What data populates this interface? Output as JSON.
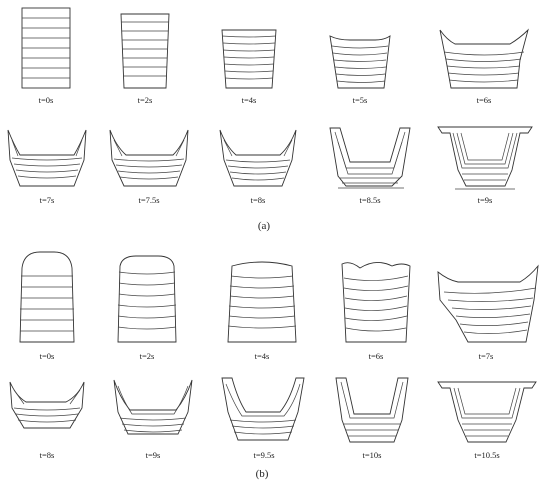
{
  "panel_a": {
    "label": "(a)",
    "rows": [
      [
        "t=0s",
        "t=2s",
        "t=4s",
        "t=5s",
        "t=6s"
      ],
      [
        "t=7s",
        "t=7.5s",
        "t=8s",
        "t=8.5s",
        "t=9s"
      ]
    ]
  },
  "panel_b": {
    "label": "(b)",
    "rows": [
      [
        "t=0s",
        "t=2s",
        "t=4s",
        "t=6s",
        "t=7s"
      ],
      [
        "t=8s",
        "t=9s",
        "t=9.5s",
        "t=10s",
        "t=10.5s"
      ]
    ]
  }
}
